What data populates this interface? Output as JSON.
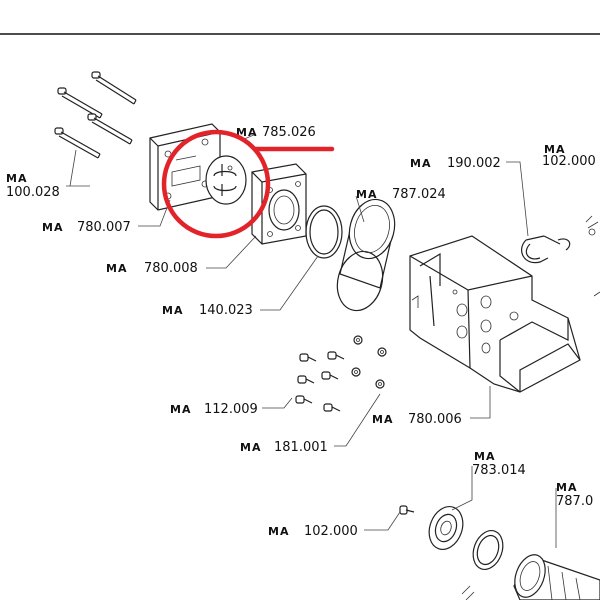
{
  "header_rule": true,
  "highlight": {
    "color": "#e3232a",
    "target_part": "785.026"
  },
  "labels": {
    "p785026": {
      "prefix": "MA",
      "number": "785.026"
    },
    "p190002": {
      "prefix": "MA",
      "number": "190.002"
    },
    "p102000a": {
      "prefix": "MA",
      "number": "102.000"
    },
    "p100028": {
      "prefix": "MA",
      "number": "100.028"
    },
    "p787024": {
      "prefix": "MA",
      "number": "787.024"
    },
    "p780007": {
      "prefix": "MA",
      "number": "780.007"
    },
    "p780008": {
      "prefix": "MA",
      "number": "780.008"
    },
    "p140023": {
      "prefix": "MA",
      "number": "140.023"
    },
    "p112009": {
      "prefix": "MA",
      "number": "112.009"
    },
    "p780006": {
      "prefix": "MA",
      "number": "780.006"
    },
    "p181001": {
      "prefix": "MA",
      "number": "181.001"
    },
    "p783014": {
      "prefix": "MA",
      "number": "783.014"
    },
    "p787b": {
      "prefix": "MA",
      "number": "787.0"
    },
    "p102000b": {
      "prefix": "MA",
      "number": "102.000"
    }
  }
}
